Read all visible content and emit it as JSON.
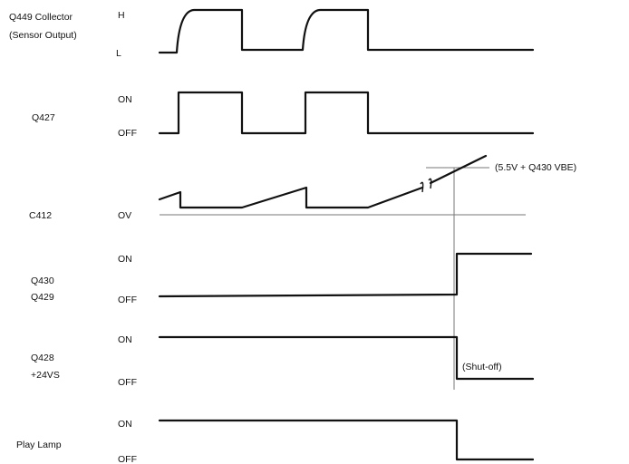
{
  "signals": {
    "q449": {
      "name_line1": "Q449 Collector",
      "name_line2": "(Sensor Output)",
      "high": "H",
      "low": "L"
    },
    "q427": {
      "name": "Q427",
      "on": "ON",
      "off": "OFF"
    },
    "c412": {
      "name": "C412",
      "zero": "OV",
      "threshold_note": "(5.5V + Q430 VBE)"
    },
    "q430_q429": {
      "name_line1": "Q430",
      "name_line2": "Q429",
      "on": "ON",
      "off": "OFF"
    },
    "q428": {
      "name_line1": "Q428",
      "name_line2": "+24VS",
      "on": "ON",
      "off": "OFF",
      "note": "(Shut-off)"
    },
    "play_lamp": {
      "name": "Play Lamp",
      "on": "ON",
      "off": "OFF"
    }
  }
}
